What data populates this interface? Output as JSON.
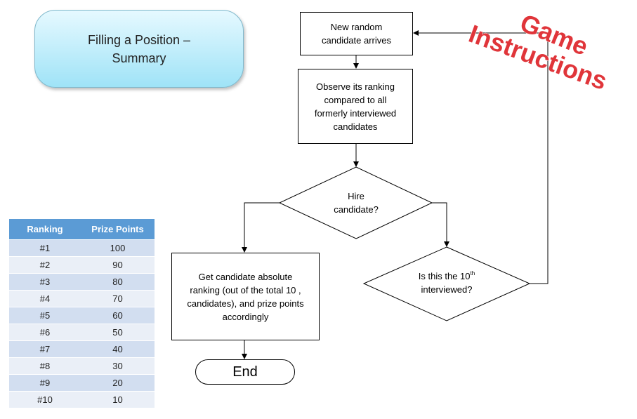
{
  "title": {
    "line1": "Filling a Position –",
    "line2": "Summary"
  },
  "flow": {
    "new_candidate": {
      "line1": "New random",
      "line2": "candidate arrives"
    },
    "observe": {
      "line1": "Observe its ranking",
      "line2": "compared to all",
      "line3": "formerly interviewed",
      "line4": "candidates"
    },
    "hire": {
      "line1": "Hire",
      "line2": "candidate?"
    },
    "tenth": {
      "pre": "Is this the 10",
      "sup": "th",
      "line2": "interviewed?"
    },
    "absolute": {
      "line1": "Get candidate absolute",
      "line2": "ranking (out of the total 10 ,",
      "line3": "candidates), and prize points",
      "line4": "accordingly"
    },
    "end": "End"
  },
  "overlay": {
    "word1": "Game",
    "word2": "Instructions",
    "color": "#e0353a"
  },
  "table": {
    "headers": [
      "Ranking",
      "Prize Points"
    ],
    "rows": [
      [
        "#1",
        "100"
      ],
      [
        "#2",
        "90"
      ],
      [
        "#3",
        "80"
      ],
      [
        "#4",
        "70"
      ],
      [
        "#5",
        "60"
      ],
      [
        "#6",
        "50"
      ],
      [
        "#7",
        "40"
      ],
      [
        "#8",
        "30"
      ],
      [
        "#9",
        "20"
      ],
      [
        "#10",
        "10"
      ]
    ]
  }
}
